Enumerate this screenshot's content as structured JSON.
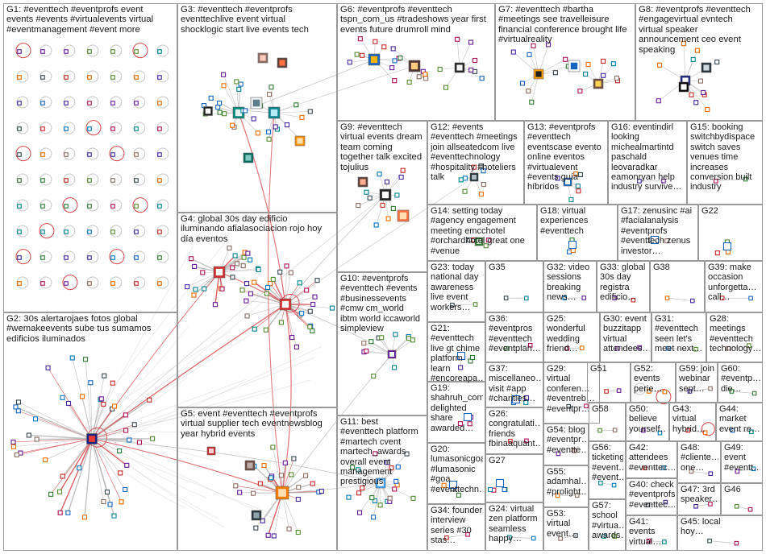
{
  "colors": {
    "edge_red": "#d8474b",
    "edge_gray": "#b8b8b8",
    "panel_border": "#9a9a9a",
    "text": "#1a1a1a"
  },
  "groups": [
    {
      "id": "G1",
      "label": "G1: #eventtech #eventprofs event\nevents #events #virtualevents virtual\n#eventmanagement #event more",
      "font": 11.3
    },
    {
      "id": "G2",
      "label": "G2: 30s alertarojaes fotos global\n#wemakeevents sube tus sumamos\nedificios iluminados",
      "font": 11.3
    },
    {
      "id": "G3",
      "label": "G3: #eventtech #eventprofs\neventtechlive event virtual\nshocklogic start live events tech",
      "font": 11.3
    },
    {
      "id": "G4",
      "label": "G4: global 30s day edificio\niluminando afialasociacion rojo hoy\ndía eventos",
      "font": 11.3
    },
    {
      "id": "G5",
      "label": "G5: event #eventtech #eventprofs\nvirtual supplier tech eventnewsblog\nyear hybrid events",
      "font": 11.3
    },
    {
      "id": "G6",
      "label": "G6: #eventprofs #eventtech\ntspn_com_us #tradeshows year first\nevents future drumroll mind",
      "font": 11.3
    },
    {
      "id": "G7",
      "label": "G7: #eventtech #bartha\n#meetings see travelleisure\nfinancial conference brought life\n#virtualreality",
      "font": 11.3
    },
    {
      "id": "G8",
      "label": "G8: #eventprofs #eventtech\n#engagevirtual evntech\nvirtual speaker\nannouncement ceo event\nspeaking",
      "font": 11.3
    },
    {
      "id": "G9",
      "label": "G9: #eventtech\nvirtual events dream\nteam coming\ntogether talk excited\ntojulius",
      "font": 11.3
    },
    {
      "id": "G10",
      "label": "G10: #eventprofs\n#eventtech #events\n#businessevents\n#cmw cm_world\nibtm world iccaworld\nsimpleview",
      "font": 11
    },
    {
      "id": "G11",
      "label": "G11: best\n#eventtech platform\n#martech cvent\nmartech_awards\noverall event\nmanagement\nprestigious",
      "font": 11
    },
    {
      "id": "G12",
      "label": "G12: #events\n#eventtech #meetings\njoin allseatedcom live\n#eventtechnology\n#hospitality #hoteliers\ntalk",
      "font": 11
    },
    {
      "id": "G13",
      "label": "G13: #eventprofs\n#eventtech\neventscase evento\nonline eventos\n#virtualevent\n#events guía\nhíbridos",
      "font": 11
    },
    {
      "id": "G14",
      "label": "G14: setting today\n#agency engagement\nmeeting emcchotel\n#orchardhotel great one\n#venue",
      "font": 11
    },
    {
      "id": "G15",
      "label": "G15: booking\nswitchbydispace\nswitch saves\nvenues time\nincreases\nconversion built\nindustry",
      "font": 11
    },
    {
      "id": "G16",
      "label": "G16: eventindirl\nlooking\nmichealmartintd\npaschald\nleovaradkar\neamonryan help\nindustry survive…",
      "font": 11
    },
    {
      "id": "G17",
      "label": "G17: zenusinc #ai\n#facialanalysis\n#eventprofs\n#eventtech zenus\ninvestor…",
      "font": 11
    },
    {
      "id": "G18",
      "label": "G18: virtual\nexperiences\n#eventtech",
      "font": 11
    },
    {
      "id": "G19",
      "label": "G19:\nshahruh_com\ndelighted\nshare\nawarded…",
      "font": 11
    },
    {
      "id": "G20",
      "label": "G20:\nlumasonicgoa\n#lumasonic\n#goa\n#eventtechn…",
      "font": 11
    },
    {
      "id": "G21",
      "label": "G21:\n#eventtech\nlive gt chime\nplatform learn\n#encoreapa…",
      "font": 11
    },
    {
      "id": "G22",
      "label": "G22",
      "font": 11
    },
    {
      "id": "G23",
      "label": "G23: today\nnational day\nawareness\nlive event\nworkers…",
      "font": 11
    },
    {
      "id": "G24",
      "label": "G24: virtual\nzen platform\nseamless\nhappy…",
      "font": 11
    },
    {
      "id": "G25",
      "label": "G25:\nwonderful\nwedding\nfriend…",
      "font": 11
    },
    {
      "id": "G26",
      "label": "G26:\ncongratulati…\nfriends\nfbinaaquant…",
      "font": 11
    },
    {
      "id": "G27",
      "label": "G27",
      "font": 11
    },
    {
      "id": "G28",
      "label": "G28:\nmeetings\n#eventtech\ntechnology…",
      "font": 11
    },
    {
      "id": "G29",
      "label": "G29:\nvirtual\nconferen…\n#eventreb…\n#eventpr…",
      "font": 11
    },
    {
      "id": "G30",
      "label": "G30: event\nbuzzitapp\nvirtual\nattendees…",
      "font": 11
    },
    {
      "id": "G31",
      "label": "G31:\n#eventtech\nseen let's\nmeet next…",
      "font": 11
    },
    {
      "id": "G32",
      "label": "G32: video\nsessions\nbreaking\nnews…",
      "font": 11
    },
    {
      "id": "G33",
      "label": "G33: global\n30s day\nregistra\nedificio…",
      "font": 11
    },
    {
      "id": "G34",
      "label": "G34: founder\ninterview\nseries #30\nstas…",
      "font": 11
    },
    {
      "id": "G35",
      "label": "G35",
      "font": 11
    },
    {
      "id": "G36",
      "label": "G36:\n#eventpros\n#eventtech\n#eventplan…",
      "font": 11
    },
    {
      "id": "G37",
      "label": "G37:\nmiscellaneo…\nvisit #app\n#charities…",
      "font": 11
    },
    {
      "id": "G38",
      "label": "G38",
      "font": 11
    },
    {
      "id": "G39",
      "label": "G39: make\noccasion\nunforgetta…\ncall…",
      "font": 11
    },
    {
      "id": "G40",
      "label": "G40: check\n#eventprofs\n#eventtec…",
      "font": 11
    },
    {
      "id": "G41",
      "label": "G41:\nevents\nvirtual…",
      "font": 11
    },
    {
      "id": "G42",
      "label": "G42:\nattendees\n#eventtec…",
      "font": 11
    },
    {
      "id": "G43",
      "label": "G43:\nvirtual\nhybrid…",
      "font": 11
    },
    {
      "id": "G44",
      "label": "G44:\nmarket\nevent re…",
      "font": 11
    },
    {
      "id": "G45",
      "label": "G45: local\nhoy…",
      "font": 11
    },
    {
      "id": "G46",
      "label": "G46",
      "font": 11
    },
    {
      "id": "G47",
      "label": "G47: 3rd\nspeaker…",
      "font": 11
    },
    {
      "id": "G48",
      "label": "G48:\n#cliente…\none…",
      "font": 11
    },
    {
      "id": "G49",
      "label": "G49:\nevent\n#eventt…",
      "font": 11
    },
    {
      "id": "G50",
      "label": "G50:\nbelieve\nyourself…",
      "font": 11
    },
    {
      "id": "G51",
      "label": "G51",
      "font": 11
    },
    {
      "id": "G52",
      "label": "G52:\nevents\nperie…",
      "font": 11
    },
    {
      "id": "G53",
      "label": "G53:\nvirtual\nevent…",
      "font": 11
    },
    {
      "id": "G54",
      "label": "G54: blog\n#eventpr…\n#eventte…",
      "font": 11
    },
    {
      "id": "G55",
      "label": "G55:\nadamhal…\n#prolight…",
      "font": 11
    },
    {
      "id": "G56",
      "label": "G56:\nticketing\n#event…\n#event…",
      "font": 11
    },
    {
      "id": "G57",
      "label": "G57:\nschool\n#virtua…\nawards…",
      "font": 11
    },
    {
      "id": "G58",
      "label": "G58",
      "font": 11
    },
    {
      "id": "G59",
      "label": "G59: join\nwebinar\nsept…",
      "font": 11
    },
    {
      "id": "G60",
      "label": "G60:\n#eventp…\ndie…",
      "font": 11
    }
  ]
}
